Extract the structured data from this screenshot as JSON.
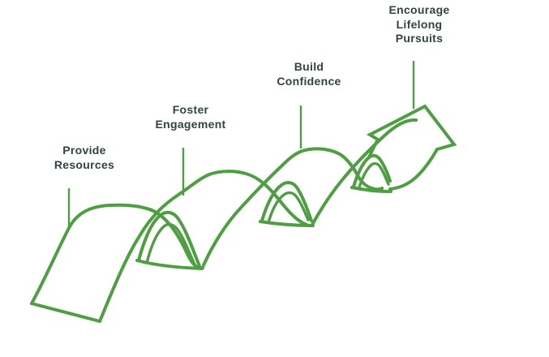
{
  "colors": {
    "ribbon-color": "#4e9e42",
    "label-color": "#30453a",
    "bg-color": "#ffffff"
  },
  "diagram": {
    "type": "wave-arrow-process",
    "direction": "ascending-left-to-right",
    "steps": [
      {
        "id": "provide-resources",
        "text": "Provide\nResources"
      },
      {
        "id": "foster-engagement",
        "text": "Foster\nEngagement"
      },
      {
        "id": "build-confidence",
        "text": "Build\nConfidence"
      },
      {
        "id": "encourage-lifelong-pursuits",
        "text": "Encourage\nLifelong\nPursuits"
      }
    ]
  }
}
